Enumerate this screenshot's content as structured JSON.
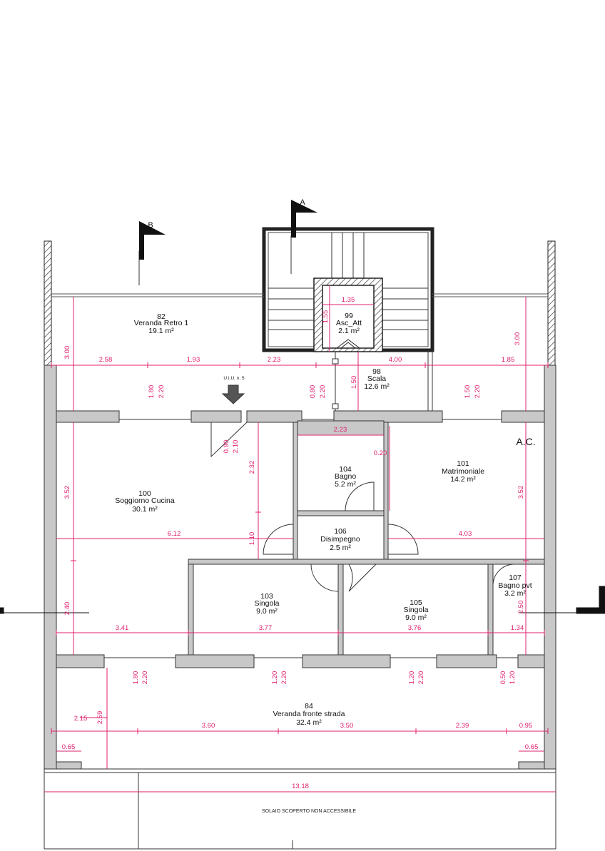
{
  "section_markers": {
    "a": "A",
    "b": "B"
  },
  "unit_label": "U.I.U. n. 5",
  "ac_label": "A.C.",
  "bottom_note": "SOLAIO SCOPERTO NON ACCESSIBILE",
  "rooms": {
    "r82": {
      "num": "82",
      "name": "Veranda Retro 1",
      "area": "19.1 m²"
    },
    "r99": {
      "num": "99",
      "name": "Asc_Att",
      "area": "2.1 m²"
    },
    "r98": {
      "num": "98",
      "name": "Scala",
      "area": "12.6 m²"
    },
    "r100": {
      "num": "100",
      "name": "Soggiorno Cucina",
      "area": "30.1 m²"
    },
    "r104": {
      "num": "104",
      "name": "Bagno",
      "area": "5.2 m²"
    },
    "r101": {
      "num": "101",
      "name": "Matrimoniale",
      "area": "14.2 m²"
    },
    "r106": {
      "num": "106",
      "name": "Disimpegno",
      "area": "2.5 m²"
    },
    "r103": {
      "num": "103",
      "name": "Singola",
      "area": "9.0 m²"
    },
    "r105": {
      "num": "105",
      "name": "Singola",
      "area": "9.0 m²"
    },
    "r107": {
      "num": "107",
      "name": "Bagno pvt",
      "area": "3.2 m²"
    },
    "r84": {
      "num": "84",
      "name": "Veranda fronte strada",
      "area": "32.4 m²"
    }
  },
  "dims": {
    "d135": "1.35",
    "d155": "1.55",
    "d150s": "1.50",
    "d300l": "3.00",
    "d300r": "3.00",
    "d258": "2.58",
    "d193": "1.93",
    "d223a": "2.23",
    "d400": "4.00",
    "d185": "1.85",
    "w180a": "1.80",
    "w220a": "2.20",
    "w080": "0.80",
    "w220b": "2.20",
    "w150": "1.50",
    "w220c": "2.20",
    "w090": "0.90",
    "w210": "2.10",
    "d232": "2.32",
    "d223b": "2.23",
    "d020": "0.20",
    "d352l": "3.52",
    "d352r": "3.52",
    "d612": "6.12",
    "d110": "1.10",
    "d403": "4.03",
    "d240": "2.40",
    "d250": "2.50",
    "d341": "3.41",
    "d377": "3.77",
    "d376": "3.76",
    "d134": "1.34",
    "w180b": "1.80",
    "w220d": "2.20",
    "w120a": "1.20",
    "w220e": "2.20",
    "w120b": "1.20",
    "w220f": "2.20",
    "w050": "0.50",
    "w120c": "1.20",
    "d215": "2.15",
    "d259": "2.59",
    "d360": "3.60",
    "d350": "3.50",
    "d239": "2.39",
    "d095": "0.95",
    "d065l": "0.65",
    "d065r": "0.65",
    "d1318": "13.18"
  }
}
